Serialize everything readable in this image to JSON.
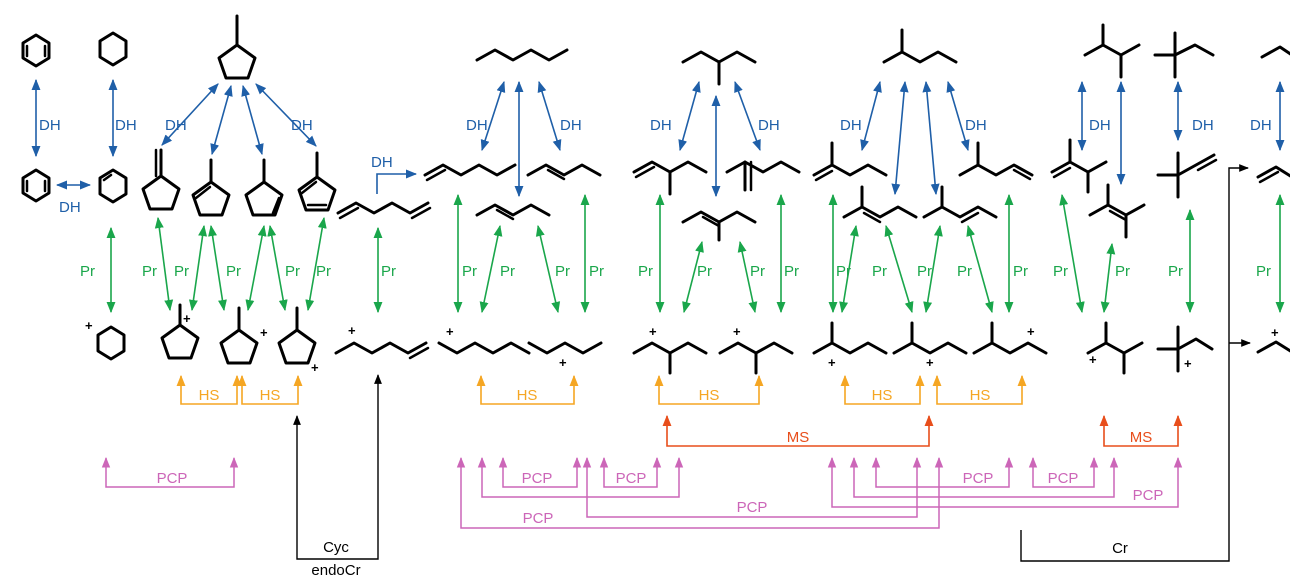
{
  "colors": {
    "molecule": "#000000",
    "dehydrogenation": "#1f5fa8",
    "protonation": "#1aa64b",
    "hydride_shift": "#f5a623",
    "methyl_shift": "#e84e1b",
    "pcp": "#cc66b8",
    "cracking": "#000000"
  },
  "labels": {
    "dh": "DH",
    "pr": "Pr",
    "hs": "HS",
    "ms": "MS",
    "pcp": "PCP",
    "cyc": "Cyc",
    "endo_cr": "endoCr",
    "cr": "Cr",
    "charge": "+"
  }
}
